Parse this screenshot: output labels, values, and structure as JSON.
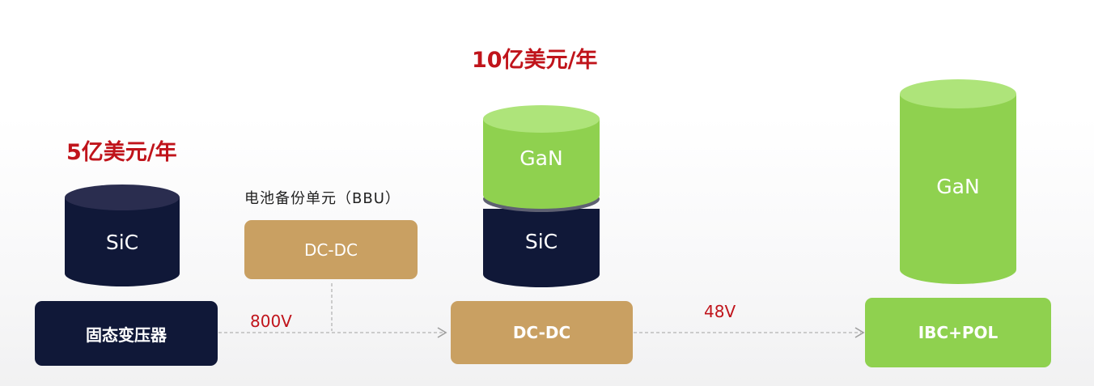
{
  "market_left": "5亿美元/年",
  "market_center": "10亿美元/年",
  "bbu_caption": "电池备份单元（BBU）",
  "cylinders": {
    "left": "SiC",
    "center_top": "GaN",
    "center_bottom": "SiC",
    "right": "GaN"
  },
  "boxes": {
    "sst": "固态变压器",
    "bbu_dcdc": "DC-DC",
    "center_dcdc": "DC-DC",
    "ibc_pol": "IBC+POL"
  },
  "voltages": {
    "first": "800V",
    "second": "48V"
  },
  "colors": {
    "navy": "#101838",
    "gold": "#c9a062",
    "green": "#8fd14f",
    "red_text": "#c0141b"
  }
}
